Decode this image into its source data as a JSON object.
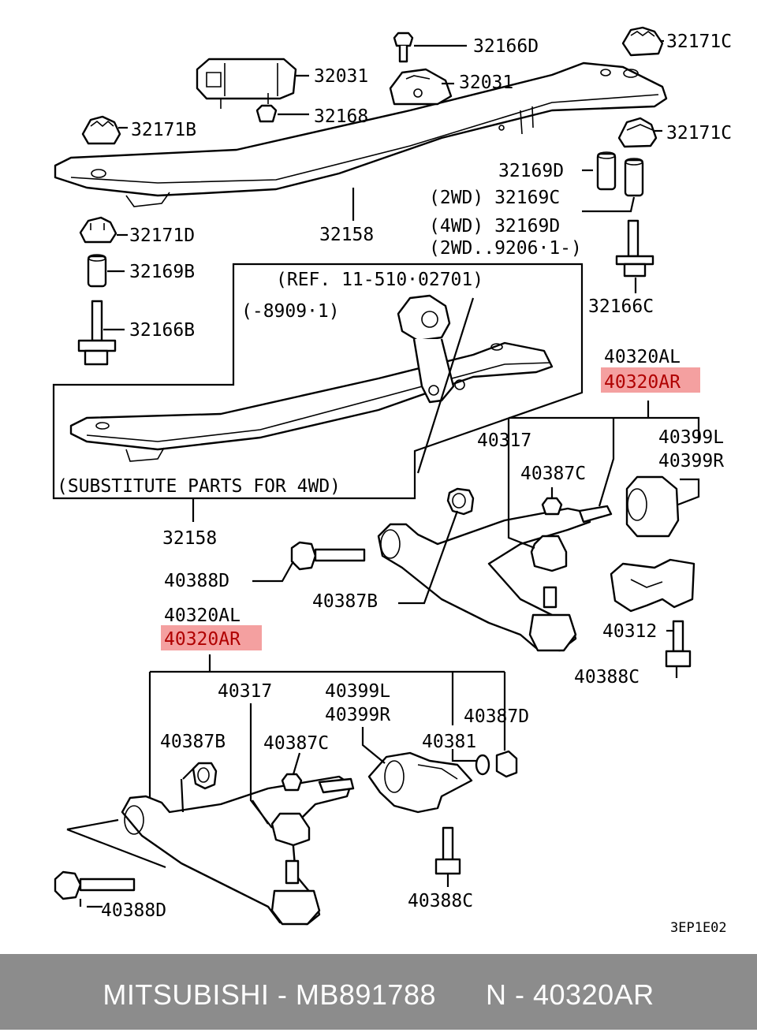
{
  "diagram": {
    "labels": {
      "l_32166D": "32166D",
      "l_32171C_top": "32171C",
      "l_32031_left": "32031",
      "l_32031_right": "32031",
      "l_32168": "32168",
      "l_32171B": "32171B",
      "l_32171C_mid": "32171C",
      "l_32169D_top": "32169D",
      "l_2wd": "(2WD) 32169C",
      "l_4wd": "(4WD) 32169D",
      "l_2wd_date": "(2WD..9206·1-)",
      "l_32158_top": "32158",
      "l_32171D": "32171D",
      "l_32169B": "32169B",
      "l_32166B": "32166B",
      "l_32166C": "32166C",
      "l_ref": "(REF. 11-510·02701)",
      "l_ref_date": "(-8909·1)",
      "l_substitute": "(SUBSTITUTE PARTS FOR 4WD)",
      "l_32158_bottom": "32158",
      "l_40320AL_right": "40320AL",
      "l_40320AR_right": "40320AR",
      "l_40317_right": "40317",
      "l_40399L_right": "40399L",
      "l_40399R_right": "40399R",
      "l_40387C_right": "40387C",
      "l_40388D_mid": "40388D",
      "l_40387B_mid": "40387B",
      "l_40312": "40312",
      "l_40388C_right": "40388C",
      "l_40320AL_left": "40320AL",
      "l_40320AR_left": "40320AR",
      "l_40317_left": "40317",
      "l_40399L_left": "40399L",
      "l_40399R_left": "40399R",
      "l_40387D": "40387D",
      "l_40387B_left": "40387B",
      "l_40387C_left": "40387C",
      "l_40381": "40381",
      "l_40388D_bottom": "40388D",
      "l_40388C_bottom": "40388C",
      "l_code": "3EP1E02"
    },
    "highlight_color": "#f08080"
  },
  "footer": {
    "text": "MITSUBISHI - MB891788      N - 40320AR",
    "background": "#8c8c8c"
  }
}
